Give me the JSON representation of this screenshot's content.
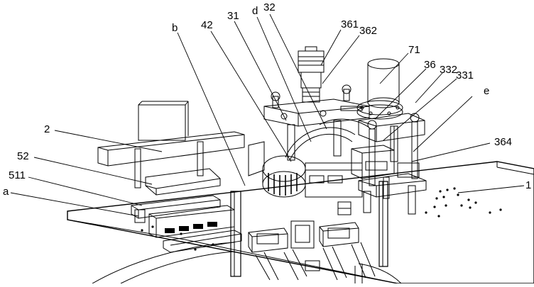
{
  "labels": {
    "l_a": "a",
    "l_b": "b",
    "l_d": "d",
    "l_e": "e",
    "l_1": "1",
    "l_2": "2",
    "l_31": "31",
    "l_32": "32",
    "l_36": "36",
    "l_42": "42",
    "l_52": "52",
    "l_71": "71",
    "l_331": "331",
    "l_332": "332",
    "l_361": "361",
    "l_362": "362",
    "l_364": "364",
    "l_511": "511"
  }
}
